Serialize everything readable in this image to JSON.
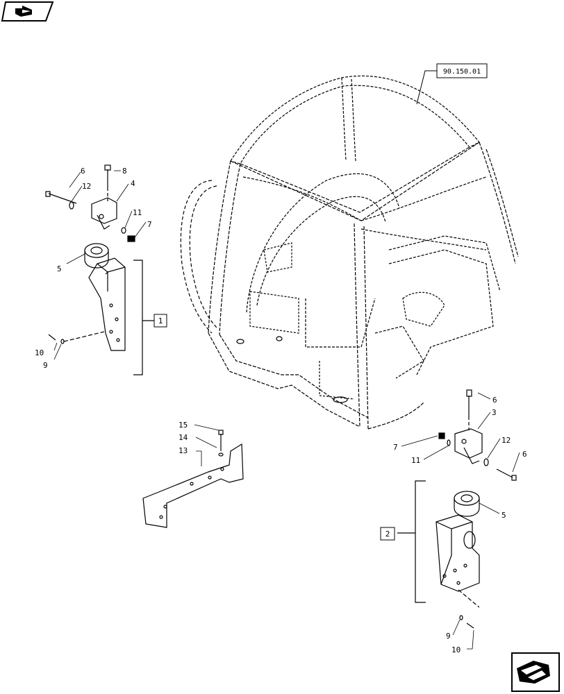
{
  "nav": {
    "back_icon": "prev-page-arrow-icon",
    "next_icon": "next-page-arrow-icon"
  },
  "reference": {
    "label": "90.150.01"
  },
  "boxes": {
    "left": "1",
    "right": "2"
  },
  "callouts": {
    "c6a": "6",
    "c12a": "12",
    "c8": "8",
    "c4": "4",
    "c11a": "11",
    "c7a": "7",
    "c5a": "5",
    "c10a": "10",
    "c9a": "9",
    "c15": "15",
    "c14": "14",
    "c13": "13",
    "c6b": "6",
    "c3": "3",
    "c7b": "7",
    "c11b": "11",
    "c12b": "12",
    "c6c": "6",
    "c5b": "5",
    "c9b": "9",
    "c10b": "10"
  }
}
